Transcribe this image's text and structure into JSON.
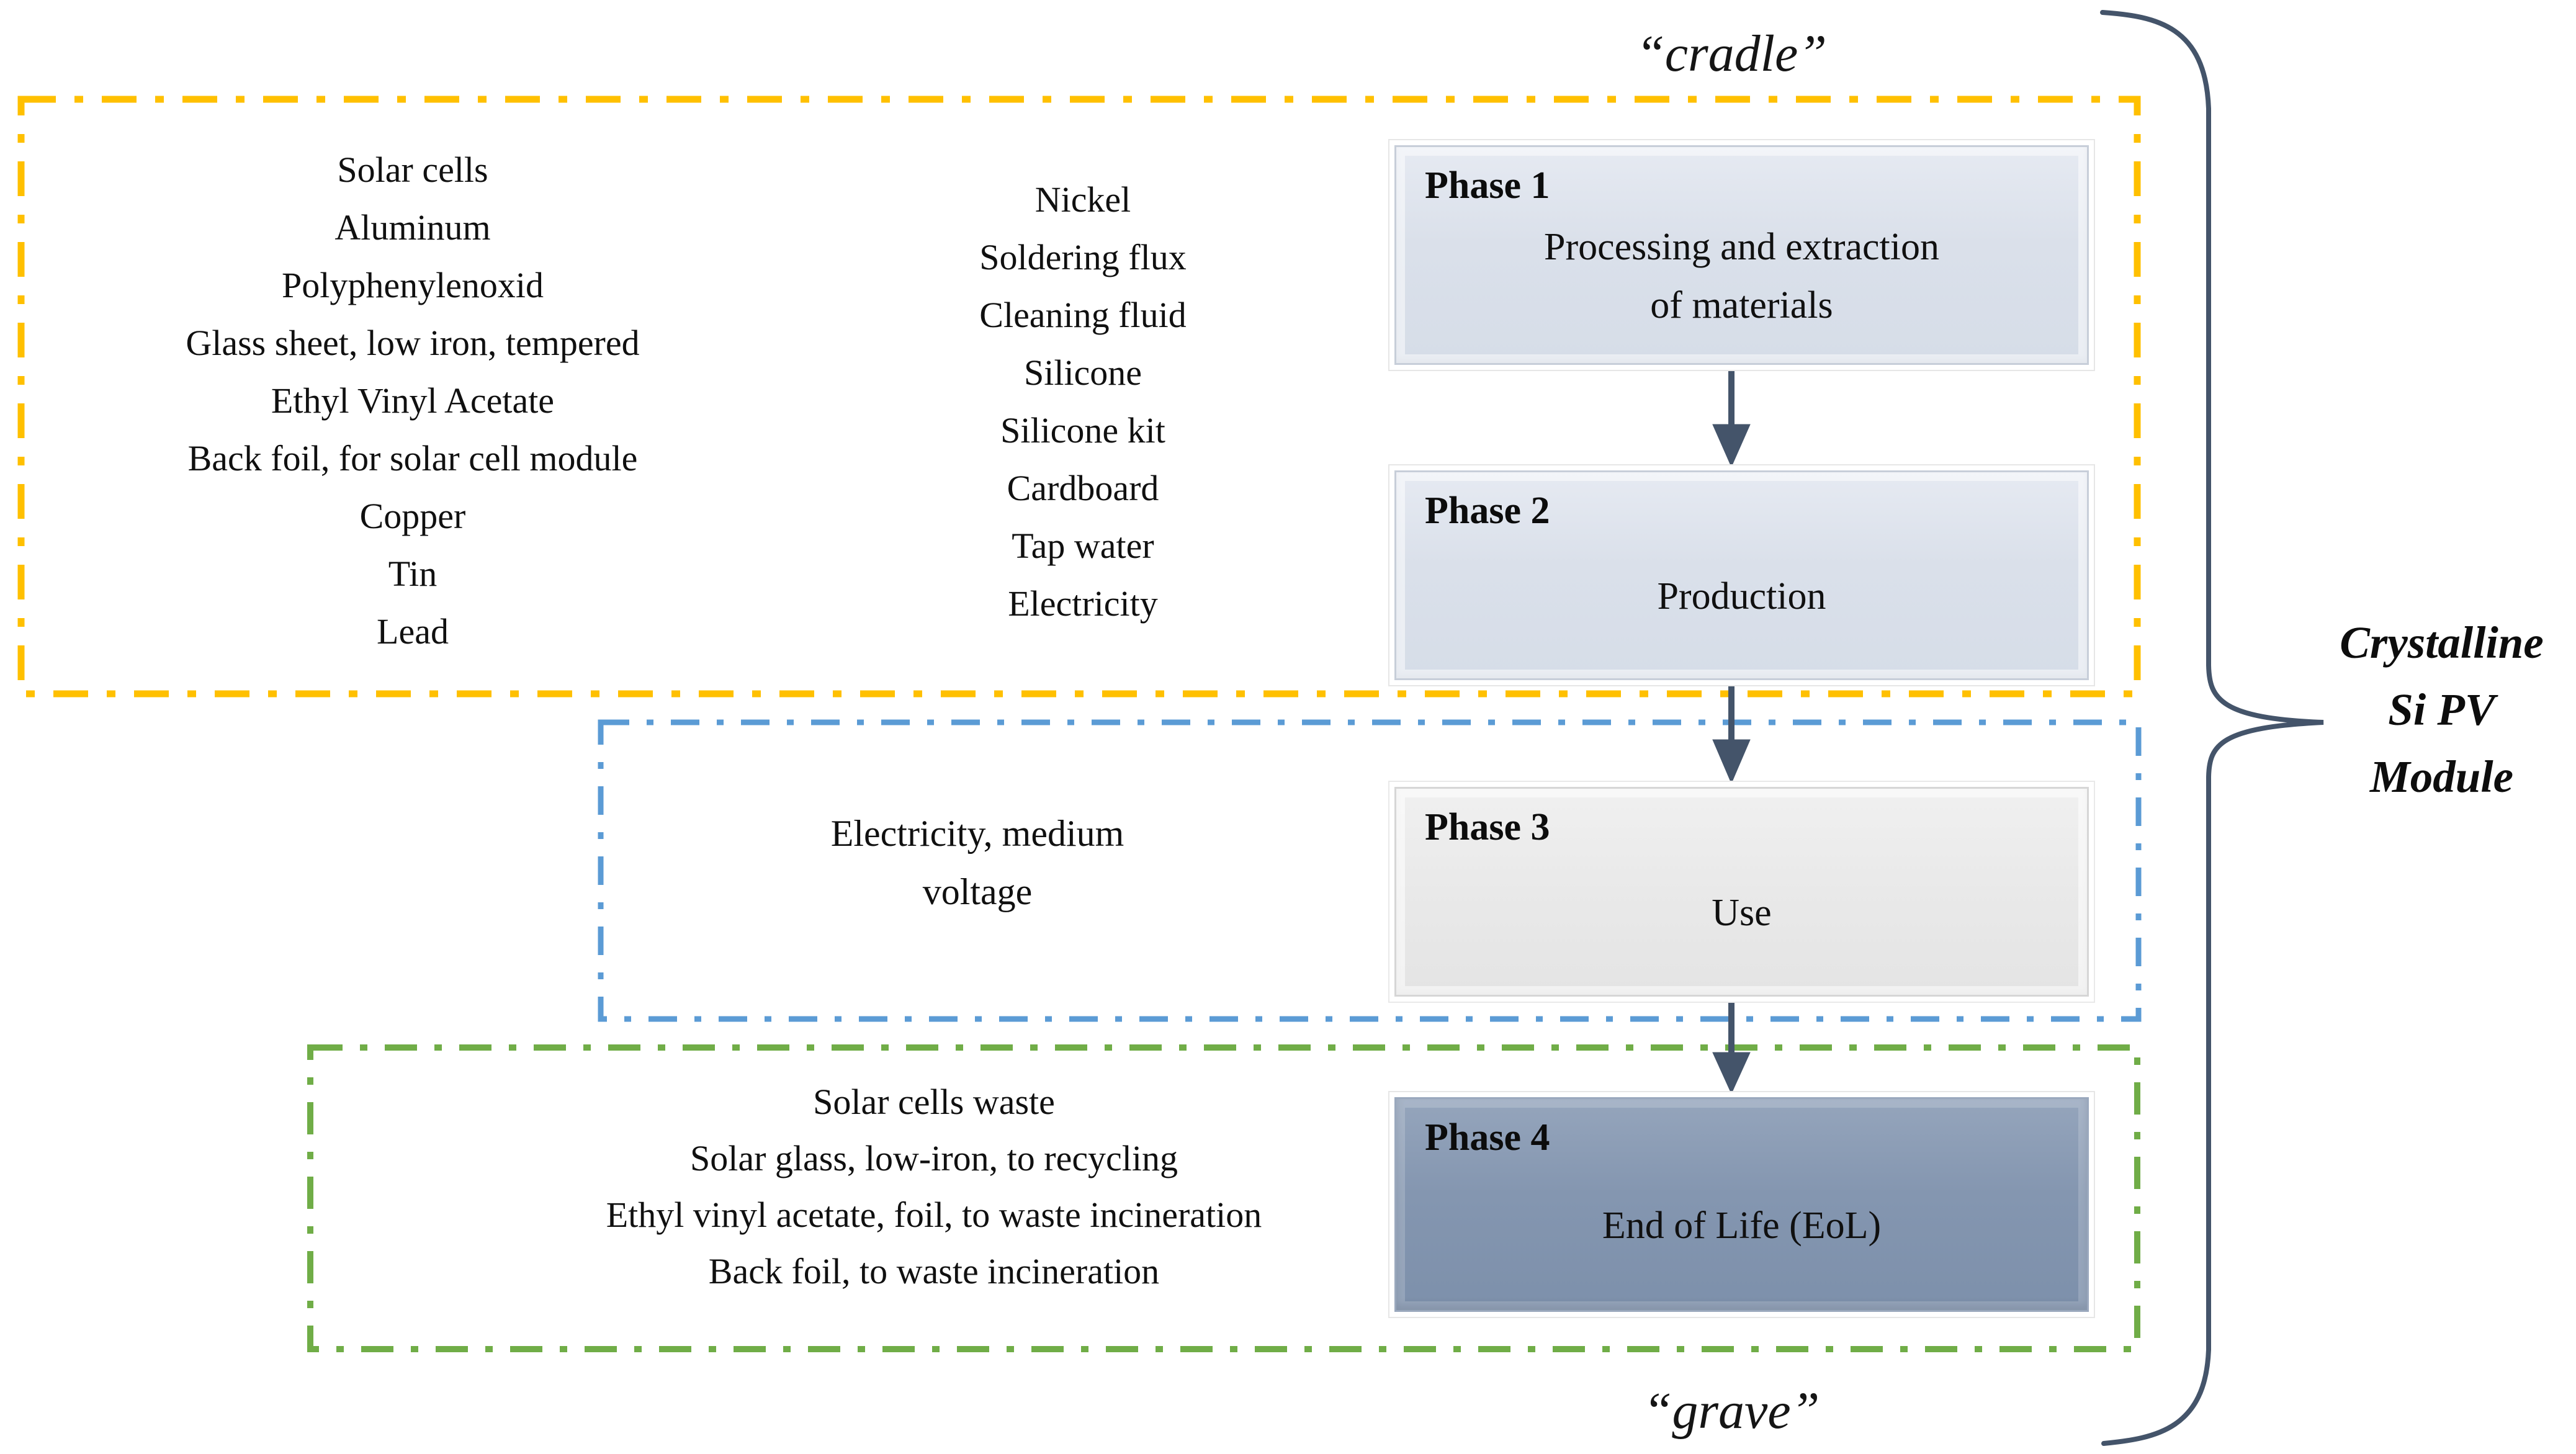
{
  "labels": {
    "cradle": "“cradle”",
    "grave": "“grave”",
    "module_lines": [
      "Crystalline",
      "Si PV",
      "Module"
    ]
  },
  "phases": {
    "phase1": {
      "label": "Phase 1",
      "body_lines": [
        "Processing and extraction",
        "of materials"
      ]
    },
    "phase2": {
      "label": "Phase 2",
      "body_lines": [
        "Production"
      ]
    },
    "phase3": {
      "label": "Phase 3",
      "body_lines": [
        "Use"
      ]
    },
    "phase4": {
      "label": "Phase 4",
      "body_lines": [
        "End of Life (EoL)"
      ]
    }
  },
  "inputs": {
    "raw_materials": [
      "Solar cells",
      "Aluminum",
      "Polyphenylenoxid",
      "Glass sheet, low iron, tempered",
      "Ethyl Vinyl Acetate",
      "Back foil, for solar cell module",
      "Copper",
      "Tin",
      "Lead"
    ],
    "process_materials": [
      "Nickel",
      "Soldering flux",
      "Cleaning fluid",
      "Silicone",
      "Silicone kit",
      "Cardboard",
      "Tap water",
      "Electricity"
    ],
    "use_phase_lines": [
      "Electricity, medium",
      "voltage"
    ]
  },
  "outputs": {
    "eol_flows": [
      "Solar cells waste",
      "Solar glass, low-iron, to recycling",
      "Ethyl vinyl acetate, foil, to waste incineration",
      "Back foil, to waste incineration"
    ]
  },
  "colors": {
    "cradle_boundary": "#FFC000",
    "use_boundary": "#5B9BD5",
    "eol_boundary": "#70AD47",
    "arrow_and_brace": "#44546A",
    "phase12_fill": "#DAE0EA",
    "phase3_fill": "#E9E9E9",
    "phase4_fill": "#8496B0"
  }
}
